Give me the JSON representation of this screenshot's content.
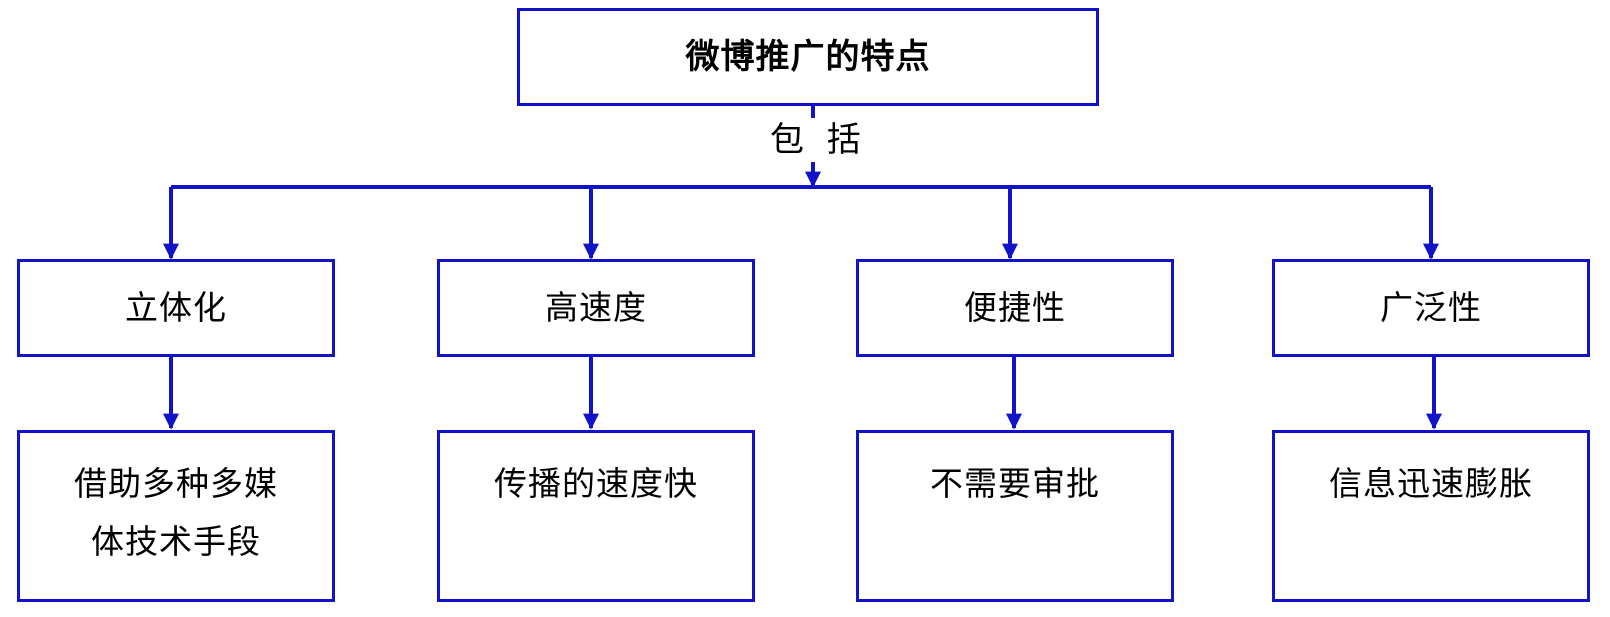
{
  "diagram": {
    "root": "微博推广的特点",
    "edge_label": "包 括",
    "colors": {
      "line": "#1212c8",
      "box_border": "#1212c8",
      "text": "#000000"
    },
    "features": [
      {
        "label": "立体化",
        "detail": "借助多种多媒体技术手段"
      },
      {
        "label": "高速度",
        "detail": "传播的速度快"
      },
      {
        "label": "便捷性",
        "detail": "不需要审批"
      },
      {
        "label": "广泛性",
        "detail": "信息迅速膨胀"
      }
    ]
  }
}
